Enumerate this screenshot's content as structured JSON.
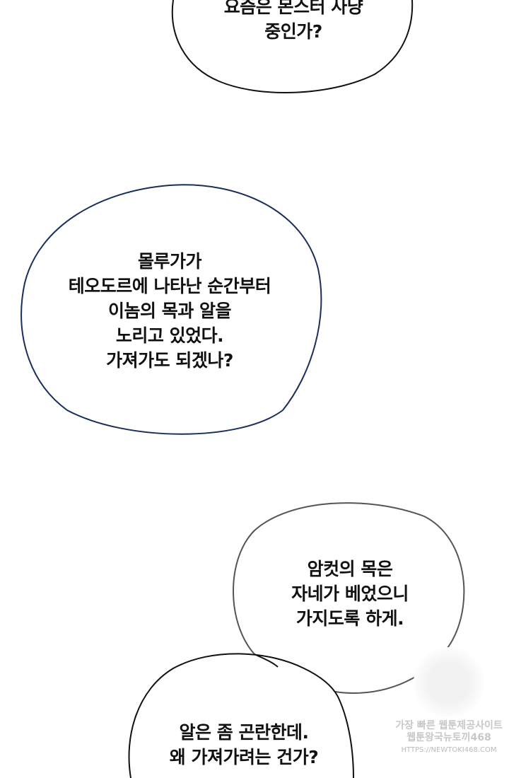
{
  "bubbles": [
    {
      "lines": [
        "요즘은 몬스터 사냥",
        "중인가?"
      ]
    },
    {
      "lines": [
        "몰루가가",
        "테오도르에 나타난 순간부터",
        "이놈의 목과 알을",
        "노리고 있었다.",
        "가져가도 되겠나?"
      ]
    },
    {
      "lines": [
        "암컷의 목은",
        "자네가 베었으니",
        "가지도록 하게."
      ]
    },
    {
      "lines": [
        "알은 좀 곤란한데.",
        "왜 가져가려는 건가?"
      ]
    }
  ],
  "watermark": {
    "line1": "가장 빠른 웹툰제공사이트",
    "line2": "웹툰왕국뉴토끼468",
    "url": "HTTPS://NEWTOKI468.COM"
  },
  "colors": {
    "bubble2_outline": "#1a2e5e",
    "outline": "#111111"
  }
}
